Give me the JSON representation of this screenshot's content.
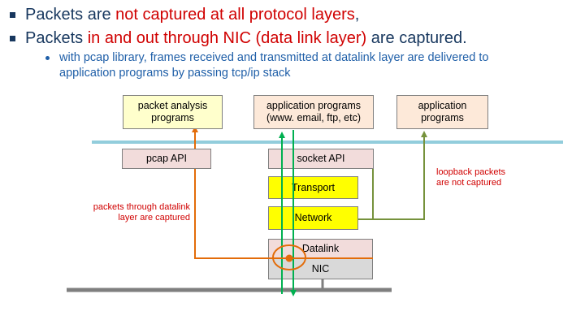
{
  "bullets": {
    "b1": {
      "a": "Packets are ",
      "b": "not captured at all protocol layers",
      "c": ","
    },
    "b2": {
      "a": "Packets ",
      "b": "in and out through NIC (data link layer)",
      "c": " are captured."
    },
    "sub": {
      "line1": "with pcap library, frames received and transmitted at datalink layer are delivered to",
      "line2": "application programs by passing tcp/ip stack"
    }
  },
  "boxes": {
    "packet_analysis": {
      "line1": "packet analysis",
      "line2": "programs"
    },
    "app_programs": {
      "line1": "application programs",
      "line2": "(www. email, ftp, etc)"
    },
    "app_programs2": {
      "line1": "application",
      "line2": "programs"
    },
    "pcap_api": "pcap API",
    "socket_api": "socket API",
    "transport": "Transport",
    "network": "Network",
    "datalink": "Datalink",
    "nic": "NIC"
  },
  "labels": {
    "left": {
      "line1": "packets through datalink",
      "line2": "layer are captured"
    },
    "right": {
      "line1": "loopback packets",
      "line2": "are not captured"
    }
  },
  "colors": {
    "navy": "#17375e",
    "blue": "#1f5fa8",
    "red": "#d00000",
    "orange": "#e36c09",
    "green": "#00b050",
    "olive": "#76923c",
    "kernel_line": "#92cddc",
    "wire": "#7f7f7f"
  }
}
